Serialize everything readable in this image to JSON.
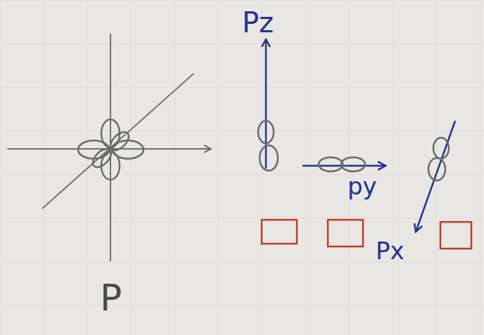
{
  "diagram": {
    "labels": [
      "P",
      "Pz",
      "py",
      "Px"
    ]
  }
}
